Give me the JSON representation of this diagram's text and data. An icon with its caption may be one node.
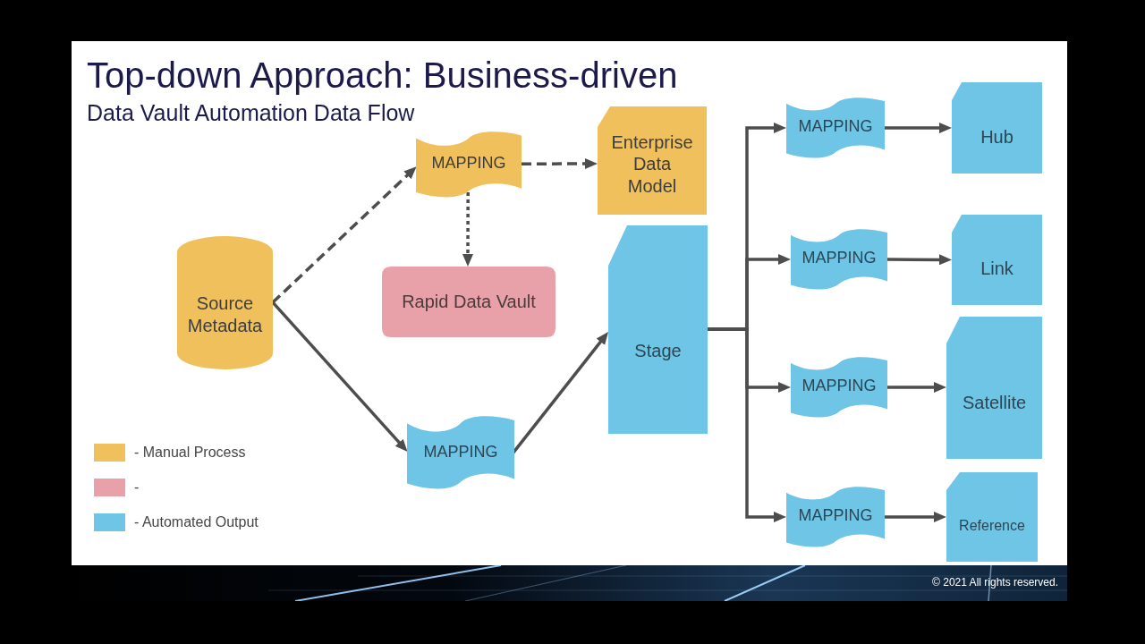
{
  "diagram": {
    "title": "Top-down Approach: Business-driven",
    "nodes": [
      {
        "text": [
          "Source Metadata"
        ]
      },
      {
        "text": [
          "MAPPING"
        ]
      },
      {
        "text": [
          "Enterprise Data Model"
        ]
      },
      {
        "text": [
          "Rapid Data Vault"
        ]
      },
      {
        "text": [
          "MAPPING"
        ]
      },
      {
        "text": [
          "Stage"
        ]
      },
      {
        "text": [
          "MAPPING"
        ]
      },
      {
        "text": [
          "Hub"
        ]
      },
      {
        "text": [
          "MAPPING"
        ]
      },
      {
        "text": [
          "Link"
        ]
      },
      {
        "text": [
          "MAPPING"
        ]
      },
      {
        "text": [
          "Satellite"
        ]
      },
      {
        "text": [
          "MAPPING"
        ]
      },
      {
        "text": [
          "Reference"
        ]
      }
    ],
    "edges": [
      {
        "from": 0,
        "to": 1,
        "arrow": "to",
        "style": "dashed"
      },
      {
        "from": 1,
        "to": 2,
        "arrow": "to",
        "style": "dashed"
      },
      {
        "from": 1,
        "to": 3,
        "arrow": "to",
        "style": "dashed"
      },
      {
        "from": 0,
        "to": 4,
        "arrow": "to"
      },
      {
        "from": 4,
        "to": 5,
        "arrow": "to"
      },
      {
        "from": 5,
        "to": 6,
        "arrow": "to"
      },
      {
        "from": 5,
        "to": 8,
        "arrow": "to"
      },
      {
        "from": 5,
        "to": 10,
        "arrow": "to"
      },
      {
        "from": 5,
        "to": 12,
        "arrow": "to"
      },
      {
        "from": 6,
        "to": 7,
        "arrow": "to"
      },
      {
        "from": 8,
        "to": 9,
        "arrow": "to"
      },
      {
        "from": 10,
        "to": 11,
        "arrow": "to"
      },
      {
        "from": 12,
        "to": 13,
        "arrow": "to"
      }
    ],
    "labels": [
      "Data Vault Automation Data Flow",
      "© 2021 All rights reserved."
    ],
    "legend": [
      {
        "text": "- Manual Process",
        "color": "#f0c05c"
      },
      {
        "text": "-",
        "color": "#e9a1a9"
      },
      {
        "text": "- Automated Output",
        "color": "#6ec5e5"
      }
    ]
  }
}
